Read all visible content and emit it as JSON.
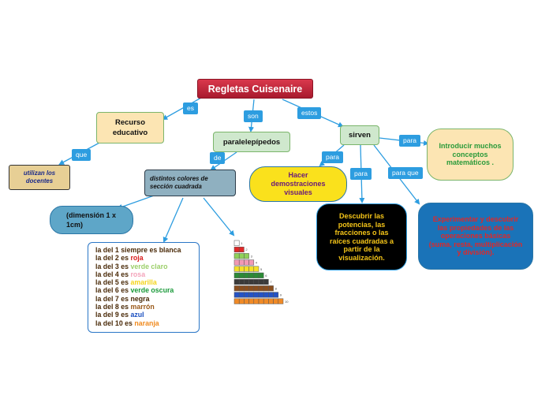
{
  "title": "Regletas Cuisenaire",
  "nodes": {
    "recurso": "Recurso educativo",
    "utilizan": "utilizan los docentes",
    "paralelepipedos": "paralelepípedos",
    "colores": "distintos colores de sección cuadrada",
    "dimension": "(dimensión 1 x 1cm)",
    "sirven": "sirven",
    "demostraciones": "Hacer demostraciones visuales",
    "potencias": "Descubrir las potencias, las fracciones o las raíces cuadradas a partir de la visualización.",
    "introducir": "Introducir muchos conceptos matemáticos .",
    "experimentar": "Experimentar y descubrir las propiedades de las operaciones básicas (suma, resta, multiplicación y división)."
  },
  "links": {
    "es": "es",
    "son": "son",
    "estos": "estos",
    "que": "que",
    "de": "de",
    "para1": "para",
    "para2": "para",
    "para3": "para",
    "para_que": "para que"
  },
  "legend": [
    {
      "prefix": "la del 1 siempre es ",
      "color_word": "blanca",
      "color": "#4a2a08"
    },
    {
      "prefix": "la del 2 es ",
      "color_word": "roja",
      "color": "#d81b1b"
    },
    {
      "prefix": "la del 3 es ",
      "color_word": "verde claro",
      "color": "#9ccf6a"
    },
    {
      "prefix": "la del 4 es ",
      "color_word": "rosa",
      "color": "#f4a3ba"
    },
    {
      "prefix": "la del 5 es ",
      "color_word": "amarilla",
      "color": "#f4d41e"
    },
    {
      "prefix": "la del 6 es ",
      "color_word": "verde oscura",
      "color": "#1a9a3a"
    },
    {
      "prefix": "la del 7 es ",
      "color_word": "negra",
      "color": "#4a2a08"
    },
    {
      "prefix": "la del 8 es ",
      "color_word": "marrón",
      "color": "#9a5a1a"
    },
    {
      "prefix": "la del 9 es ",
      "color_word": "azul",
      "color": "#1a4fc0"
    },
    {
      "prefix": "la del 10 es ",
      "color_word": "naranja",
      "color": "#f08a1e"
    }
  ],
  "rods": [
    {
      "n": 1,
      "color": "#ffffff"
    },
    {
      "n": 2,
      "color": "#e02828"
    },
    {
      "n": 3,
      "color": "#8fd15a"
    },
    {
      "n": 4,
      "color": "#f199b4"
    },
    {
      "n": 5,
      "color": "#f5e027"
    },
    {
      "n": 6,
      "color": "#2c8a36"
    },
    {
      "n": 7,
      "color": "#3a3a3a"
    },
    {
      "n": 8,
      "color": "#8a4e1e"
    },
    {
      "n": 9,
      "color": "#2352c4"
    },
    {
      "n": 10,
      "color": "#f08a26"
    }
  ]
}
